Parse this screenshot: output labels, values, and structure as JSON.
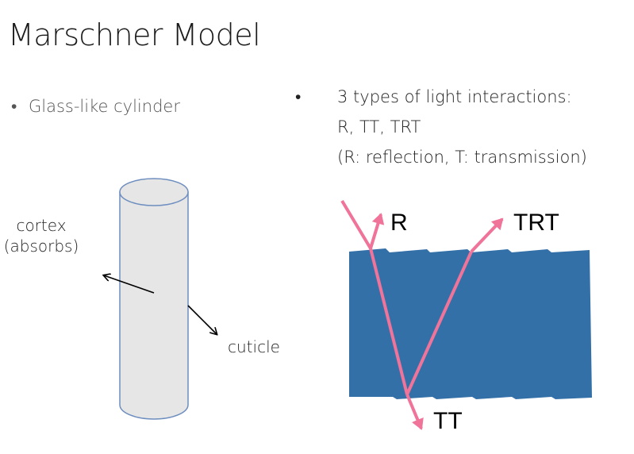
{
  "slide": {
    "title": "Marschner Model",
    "left_bullet": {
      "marker": "•",
      "text": "Glass-like cylinder"
    },
    "right_bullet": {
      "marker": "•",
      "lines": [
        "3 types of light interactions:",
        "R, TT, TRT",
        "(R: reflection, T: transmission)"
      ]
    }
  },
  "cylinder_figure": {
    "cortex_label_line1": "cortex",
    "cortex_label_line2": "(absorbs)",
    "cuticle_label": "cuticle",
    "fill_color": "#e6e6e6",
    "stroke_color": "#6e8ebf"
  },
  "scattering_figure": {
    "ray_labels": {
      "r": "R",
      "trt": "TRT",
      "tt": "TT"
    },
    "fiber_color": "#3470a8",
    "ray_color": "#f0739a"
  }
}
